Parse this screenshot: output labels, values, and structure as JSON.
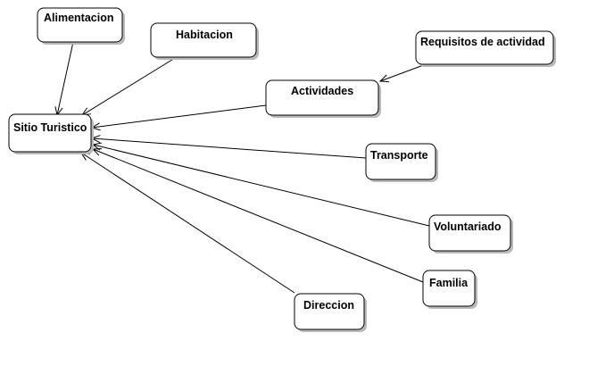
{
  "diagram": {
    "nodes": [
      {
        "id": "sitio",
        "label": "Sitio Turistico"
      },
      {
        "id": "alimentacion",
        "label": "Alimentacion"
      },
      {
        "id": "habitacion",
        "label": "Habitacion"
      },
      {
        "id": "requisitos",
        "label": "Requisitos de actividad"
      },
      {
        "id": "actividades",
        "label": "Actividades"
      },
      {
        "id": "transporte",
        "label": "Transporte"
      },
      {
        "id": "voluntariado",
        "label": "Voluntariado"
      },
      {
        "id": "familia",
        "label": "Familia"
      },
      {
        "id": "direccion",
        "label": "Direccion"
      }
    ],
    "edges": [
      {
        "from": "alimentacion",
        "to": "sitio"
      },
      {
        "from": "habitacion",
        "to": "sitio"
      },
      {
        "from": "actividades",
        "to": "sitio"
      },
      {
        "from": "transporte",
        "to": "sitio"
      },
      {
        "from": "voluntariado",
        "to": "sitio"
      },
      {
        "from": "familia",
        "to": "sitio"
      },
      {
        "from": "direccion",
        "to": "sitio"
      },
      {
        "from": "requisitos",
        "to": "actividades"
      }
    ]
  }
}
